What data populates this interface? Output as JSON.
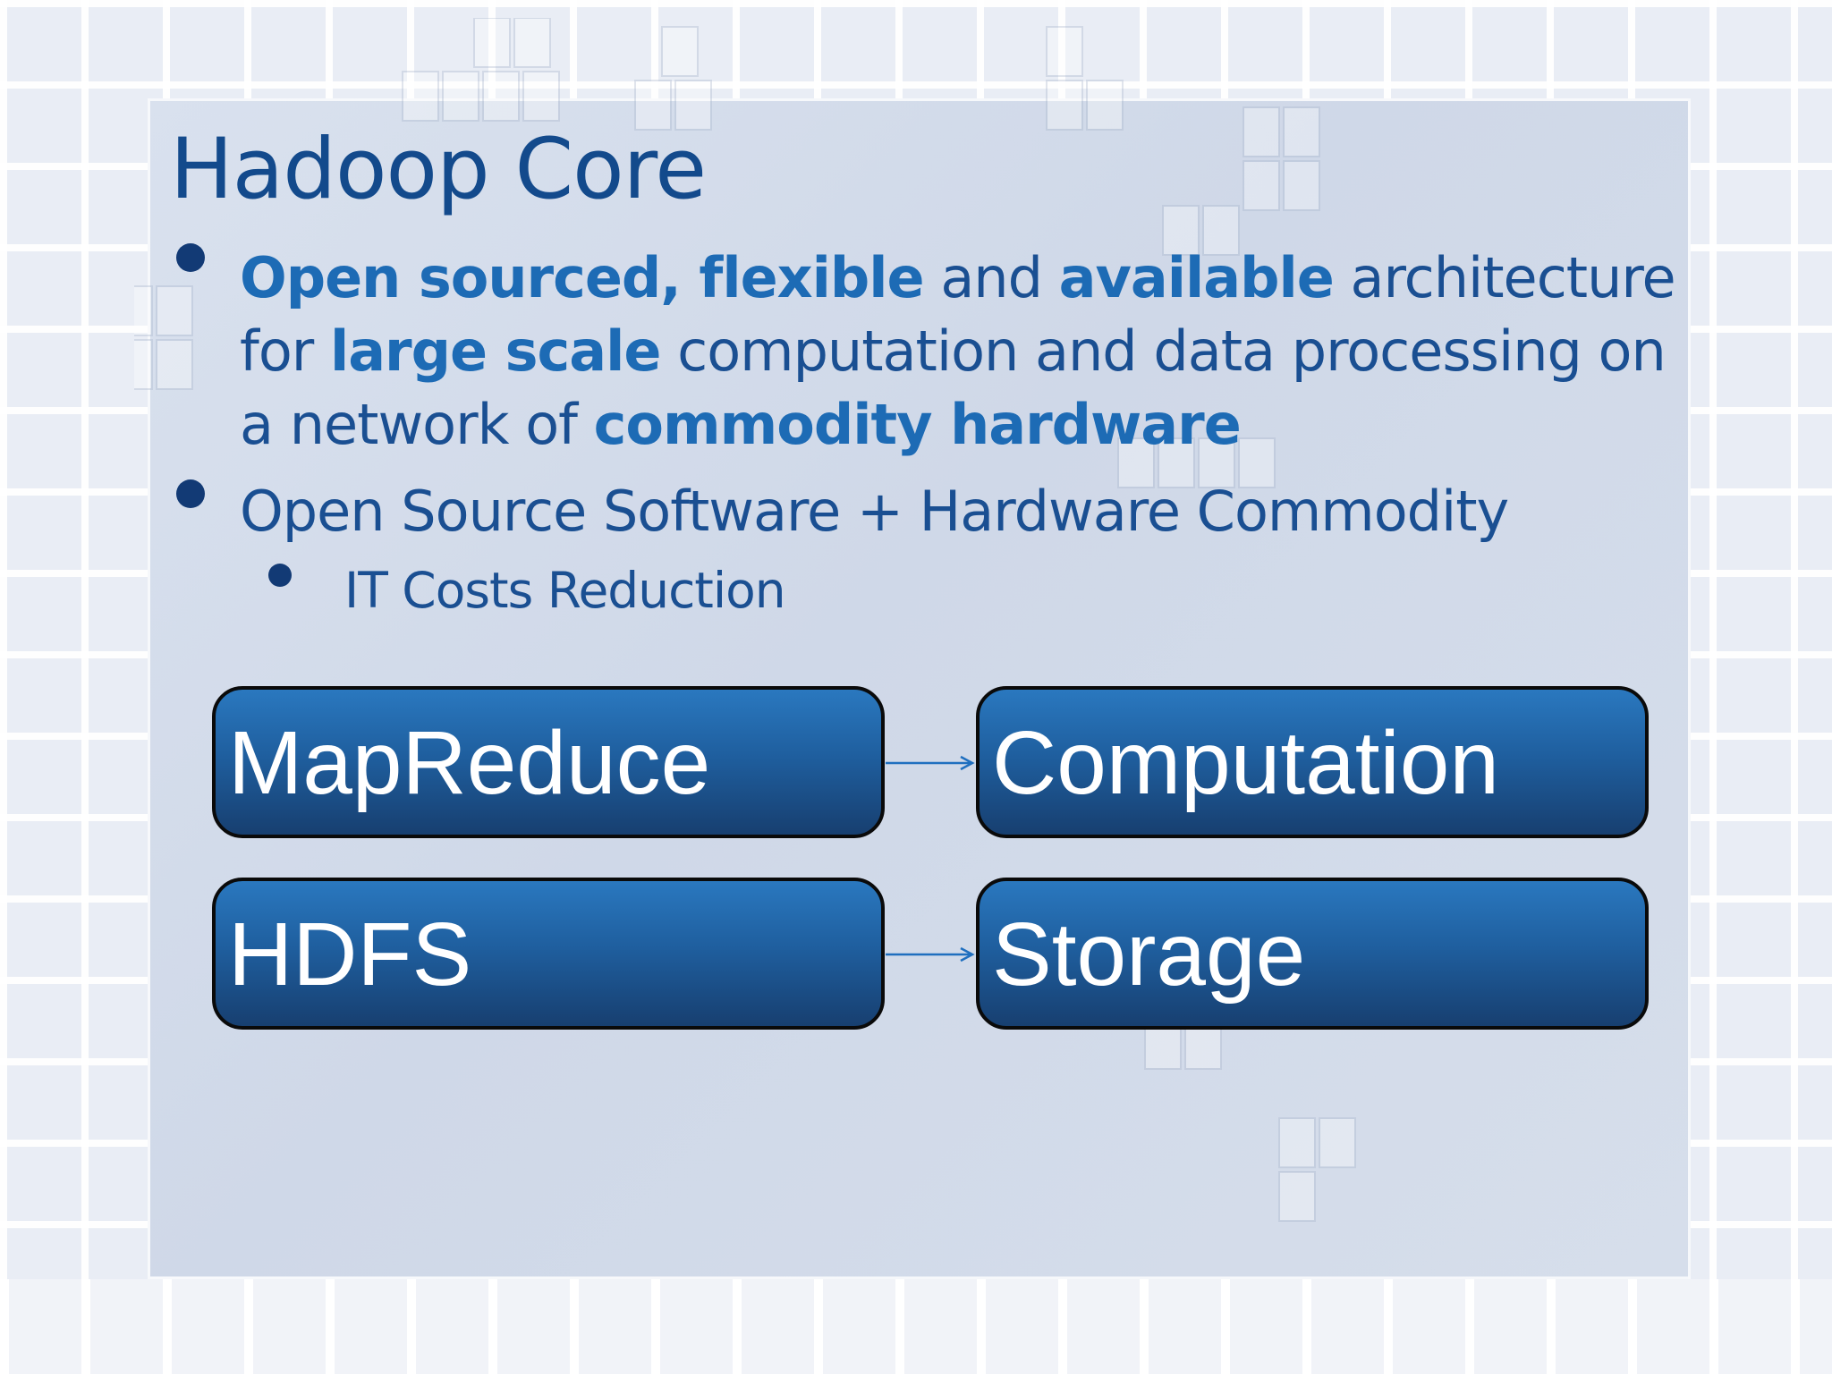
{
  "slide": {
    "title": "Hadoop Core",
    "bullets": [
      {
        "lines": [
          [
            {
              "text": "Open sourced, flexible",
              "bold": true
            },
            {
              "text": " and ",
              "bold": false
            },
            {
              "text": "available",
              "bold": true
            },
            {
              "text": " architecture",
              "bold": false
            }
          ],
          [
            {
              "text": "for ",
              "bold": false
            },
            {
              "text": "large scale",
              "bold": true
            },
            {
              "text": " computation and data processing on",
              "bold": false
            }
          ],
          [
            {
              "text": "a network of ",
              "bold": false
            },
            {
              "text": "commodity hardware",
              "bold": true
            }
          ]
        ]
      },
      {
        "text": "Open Source Software + Hardware Commodity",
        "sub": [
          "IT Costs Reduction"
        ]
      }
    ],
    "diagram": {
      "boxes": {
        "mapreduce": "MapReduce",
        "computation": "Computation",
        "hdfs": "HDFS",
        "storage": "Storage"
      },
      "colors": {
        "box_fill_top": "#2a78bf",
        "box_fill_bottom": "#173f70",
        "arrow": "#1f6fbf"
      }
    }
  }
}
